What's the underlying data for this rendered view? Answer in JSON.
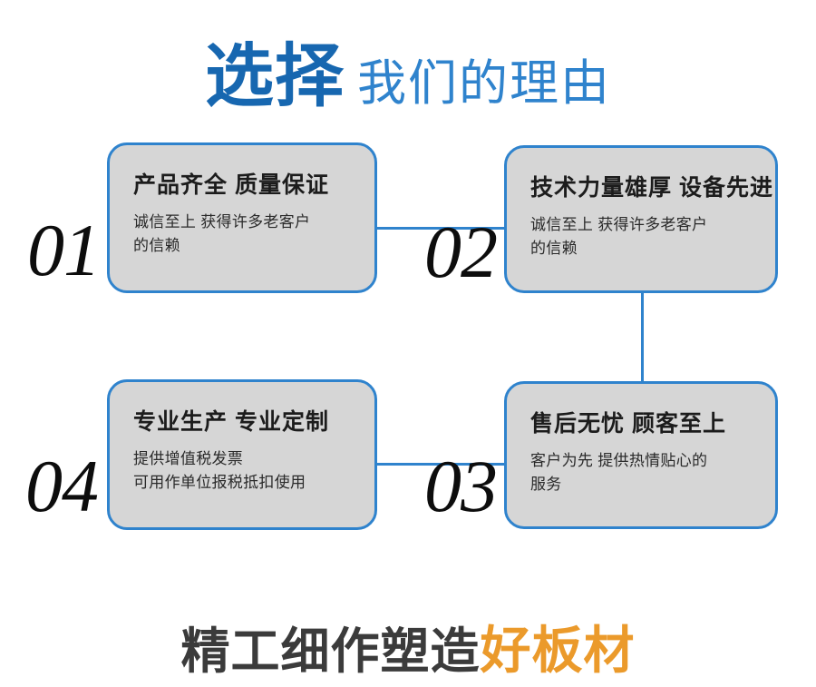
{
  "header": {
    "strong_text": "选择",
    "light_text": "我们的理由",
    "strong_color": "#1767b0",
    "light_color": "#2f83cd"
  },
  "cards": [
    {
      "number": "01",
      "title": "产品齐全 质量保证",
      "body_lines": [
        "诚信至上 获得许多老客户",
        "的信赖"
      ]
    },
    {
      "number": "02",
      "title": "技术力量雄厚 设备先进",
      "body_lines": [
        "诚信至上 获得许多老客户",
        "的信赖"
      ]
    },
    {
      "number": "03",
      "title": "售后无忧 顾客至上",
      "body_lines": [
        "客户为先 提供热情贴心的",
        "服务"
      ]
    },
    {
      "number": "04",
      "title": "专业生产 专业定制",
      "body_lines": [
        "提供增值税发票",
        "可用作单位报税抵扣使用"
      ]
    }
  ],
  "footer": {
    "dark_text": "精工细作塑造",
    "accent_text": "好板材",
    "dark_color": "#3b3b3b",
    "accent_color": "#eb9a2b"
  },
  "theme": {
    "card_fill": "#d6d6d6",
    "card_border": "#2f83cd",
    "connector_color": "#2f83cd",
    "page_background": "#ffffff"
  }
}
